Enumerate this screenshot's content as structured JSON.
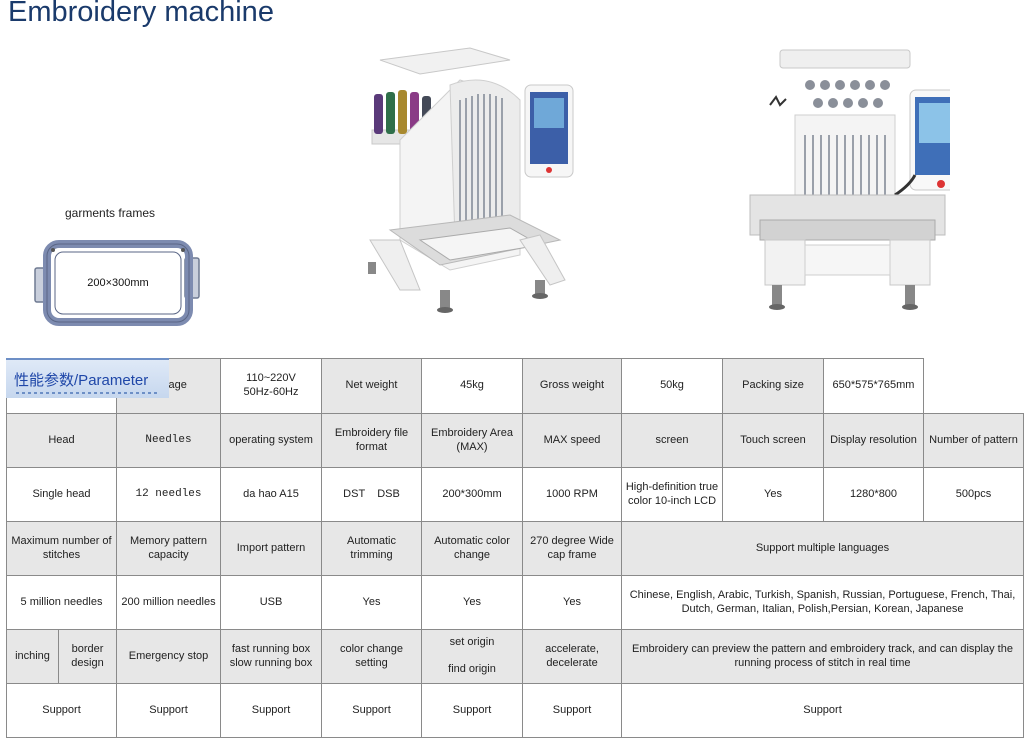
{
  "title": "Embroidery machine",
  "frames": {
    "label": "garments frames",
    "size": "200×300mm"
  },
  "badge": {
    "cn": "性能参数",
    "en": "/Parameter"
  },
  "top_row": [
    {
      "label": "Voltage",
      "value": "110~220V\n50Hz-60Hz"
    },
    {
      "label": "Net weight",
      "value": "45kg"
    },
    {
      "label": "Gross weight",
      "value": "50kg"
    },
    {
      "label": "Packing size",
      "value": "650*575*765mm"
    }
  ],
  "row2": {
    "headers": [
      "Head",
      "Needles",
      "operating system",
      "Embroidery file format",
      "Embroidery Area\n(MAX)",
      "MAX speed",
      "screen",
      "Touch screen",
      "Display resolution",
      "Number of pattern"
    ],
    "values": [
      "Single head",
      "12 needles",
      "da hao A15",
      "DST    DSB",
      "200*300mm",
      "1000 RPM",
      "High-definition true color 10-inch LCD",
      "Yes",
      "1280*800",
      "500pcs"
    ]
  },
  "row3": {
    "headers": [
      "Maximum number of stitches",
      "Memory pattern capacity",
      "Import pattern",
      "Automatic trimming",
      "Automatic color change",
      "270 degree Wide cap frame",
      "Support multiple languages"
    ],
    "values": [
      "5 million needles",
      "200 million needles",
      "USB",
      "Yes",
      "Yes",
      "Yes",
      "Chinese, English, Arabic, Turkish, Spanish, Russian, Portuguese, French, Thai, Dutch, German, Italian, Polish,Persian, Korean, Japanese"
    ]
  },
  "row4": {
    "headers": [
      "inching",
      "border design",
      "Emergency stop",
      "fast running box\nslow running box",
      "color change\nsetting",
      "set origin\n\nfind origin",
      "accelerate,\ndecelerate",
      "Embroidery can preview the pattern and embroidery track, and can display the running process of stitch in real time"
    ],
    "values": [
      "Support",
      "Support",
      "Support",
      "Support",
      "Support",
      "Support",
      "Support"
    ]
  }
}
